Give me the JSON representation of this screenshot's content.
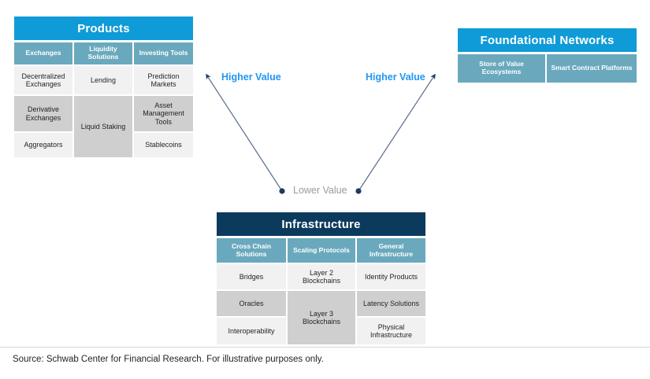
{
  "colors": {
    "title_blue": "#0f9bd7",
    "title_navy": "#0c3a5d",
    "subheader": "#6aa9bd",
    "cell_light": "#f1f1f1",
    "cell_dark": "#cfcfcf",
    "accent_label": "#2196f3",
    "lower_value_gray": "#9a9a9a",
    "arrow": "#1f3a5f"
  },
  "products": {
    "title": "Products",
    "columns": [
      "Exchanges",
      "Liquidity Solutions",
      "Investing Tools"
    ],
    "rows": [
      [
        "Decentralized Exchanges",
        "Lending",
        "Prediction Markets"
      ],
      [
        "Derivative Exchanges",
        "Liquid Staking",
        "Asset Management Tools"
      ],
      [
        "Aggregators",
        "",
        "Stablecoins"
      ]
    ]
  },
  "foundational": {
    "title": "Foundational Networks",
    "columns": [
      "Store of Value Ecosystems",
      "Smart Contract Platforms"
    ]
  },
  "infrastructure": {
    "title": "Infrastructure",
    "columns": [
      "Cross Chain Solutions",
      "Scaling Protocols",
      "General Infrastructure"
    ],
    "rows": [
      [
        "Bridges",
        "Layer 2 Blockchains",
        "Identity Products"
      ],
      [
        "Oracles",
        "Layer 3 Blockchains",
        "Latency Solutions"
      ],
      [
        "Interoperability",
        "",
        "Physical Infrastructure"
      ]
    ]
  },
  "annotations": {
    "higher_value_left": "Higher Value",
    "higher_value_right": "Higher Value",
    "lower_value": "Lower Value"
  },
  "footer": {
    "source": "Source: Schwab Center for Financial Research. For illustrative purposes only."
  }
}
